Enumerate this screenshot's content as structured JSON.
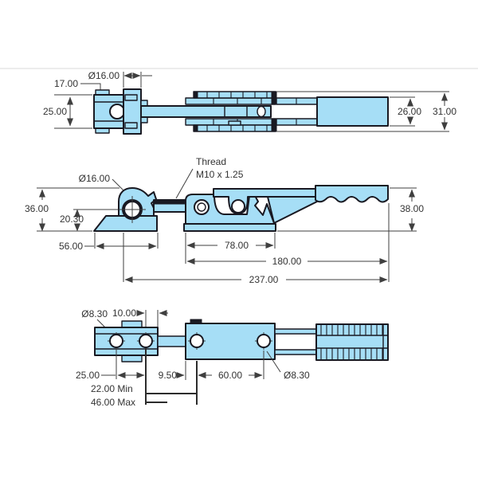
{
  "colors": {
    "part_fill": "#a6def6",
    "part_outline": "#191922",
    "dimension_text": "#333333"
  },
  "views": {
    "top": {
      "dims": {
        "slot_height": "17.00",
        "boss_diameter": "Ø16.00",
        "bracket_width": "25.00",
        "handle_width": "26.00",
        "overall_width": "31.00"
      }
    },
    "side": {
      "thread_label_line1": "Thread",
      "thread_label_line2": "M10 x 1.25",
      "dims": {
        "ring_diameter": "Ø16.00",
        "overall_height": "36.00",
        "ring_center_height": "20.30",
        "handle_height": "38.00",
        "foot_length": "56.00",
        "base_length": "78.00",
        "base_to_handle_end": "180.00",
        "overall_length": "237.00"
      }
    },
    "bottom": {
      "dims": {
        "hole_diameter_front": "Ø8.30",
        "hole_edge_offset": "10.00",
        "front_hole_spacing": "25.00",
        "link_gap": "9.50",
        "base_hole_spacing": "60.00",
        "hole_diameter_base": "Ø8.30",
        "adjustment_min": "22.00 Min",
        "adjustment_max": "46.00 Max"
      }
    }
  }
}
